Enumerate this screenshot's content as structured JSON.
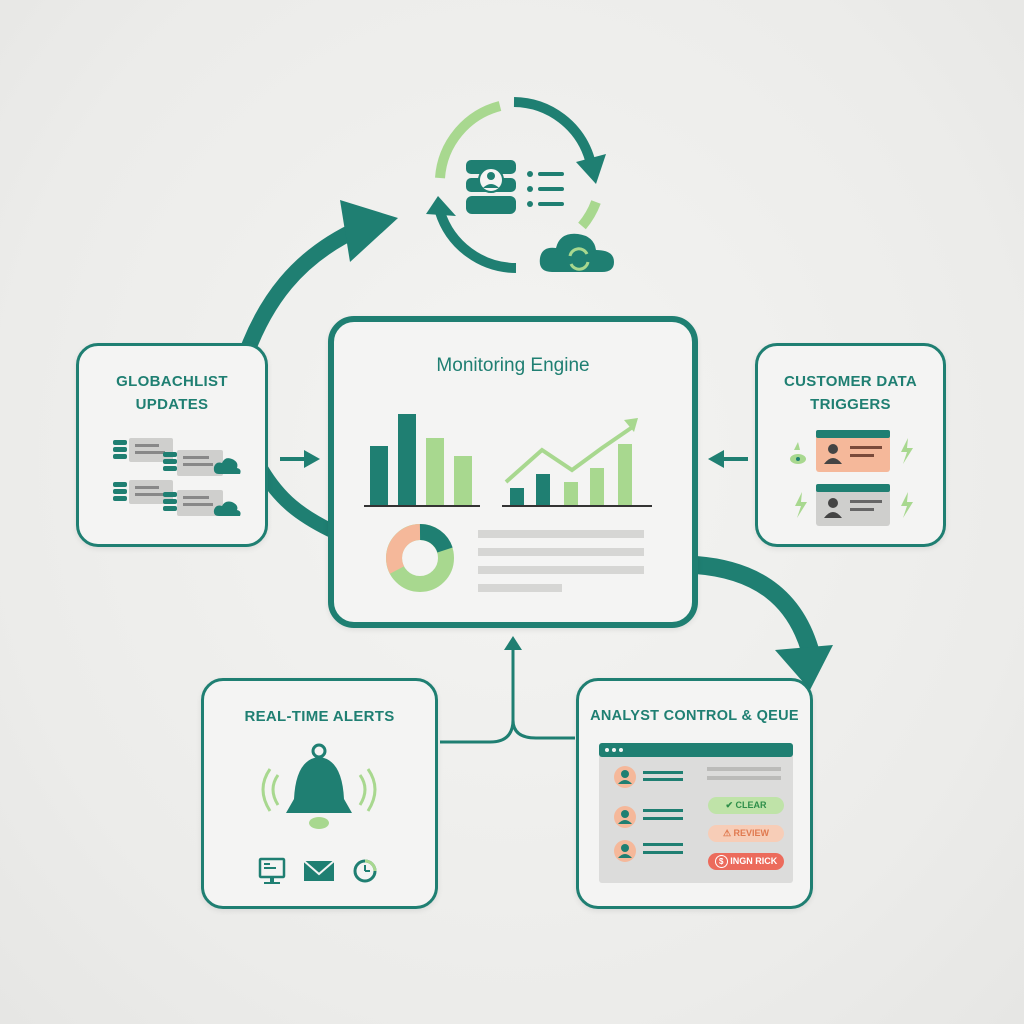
{
  "engine": {
    "title": "Monitoring Engine"
  },
  "watchlist": {
    "title_line1": "GLOBACHLIST",
    "title_line2": "UPDATES"
  },
  "customer": {
    "title_line1": "CUSTOMER DATA",
    "title_line2": "TRIGGERS"
  },
  "alerts": {
    "title": "REAL-TIME ALERTS"
  },
  "analyst": {
    "title": "ANALYST CONTROL & QEUE",
    "statuses": [
      {
        "label": "CLEAR",
        "icon": "check-icon",
        "color": "#bfe3a8"
      },
      {
        "label": "REVIEW",
        "icon": "warning-icon",
        "color": "#f7cdb7"
      },
      {
        "label": "INGN RICK",
        "icon": "dollar-icon",
        "color": "#ec6b5c"
      }
    ]
  },
  "colors": {
    "primary": "#1f7f72",
    "light_green": "#a8d88f",
    "salmon": "#f5b89a",
    "red": "#ec6b5c"
  },
  "icons": [
    "database-icon",
    "list-icon",
    "cloud-sync-icon",
    "bell-icon",
    "monitor-icon",
    "mail-icon",
    "clock-icon",
    "id-card-icon",
    "lightning-icon",
    "user-icon"
  ]
}
